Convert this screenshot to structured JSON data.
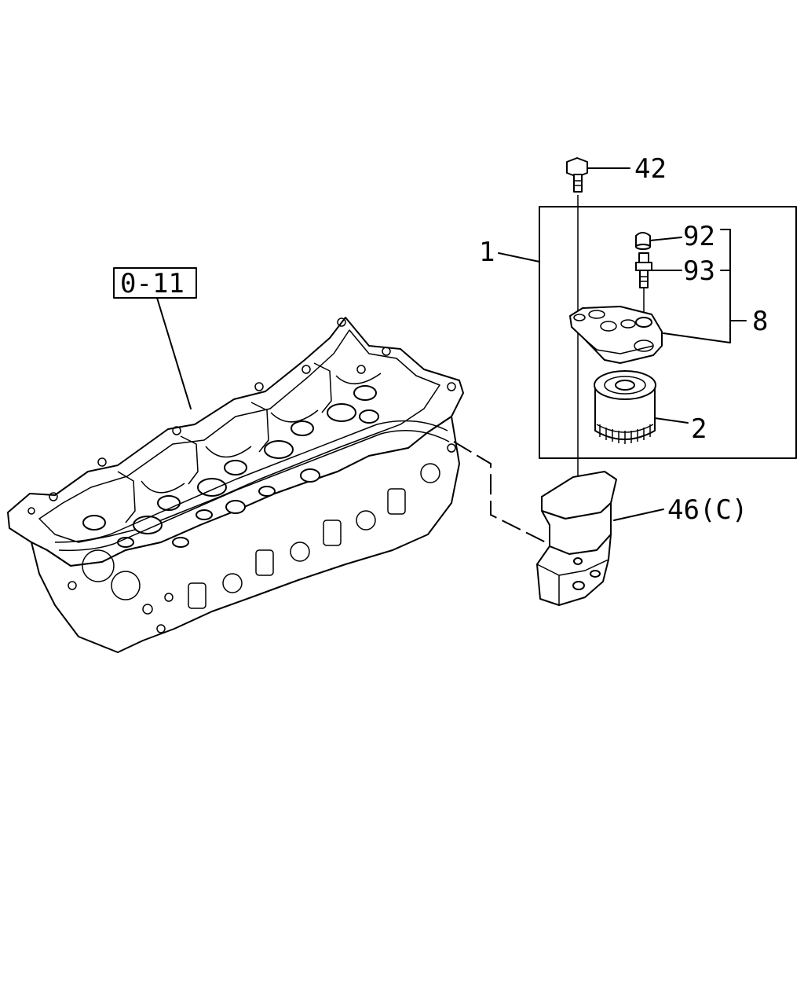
{
  "diagram": {
    "ref_box": "0-11",
    "callouts": {
      "c42": "42",
      "c1": "1",
      "c92": "92",
      "c93": "93",
      "c8": "8",
      "c2": "2",
      "c46": "46(C)"
    }
  },
  "colors": {
    "line": "#000000",
    "background": "#ffffff"
  }
}
